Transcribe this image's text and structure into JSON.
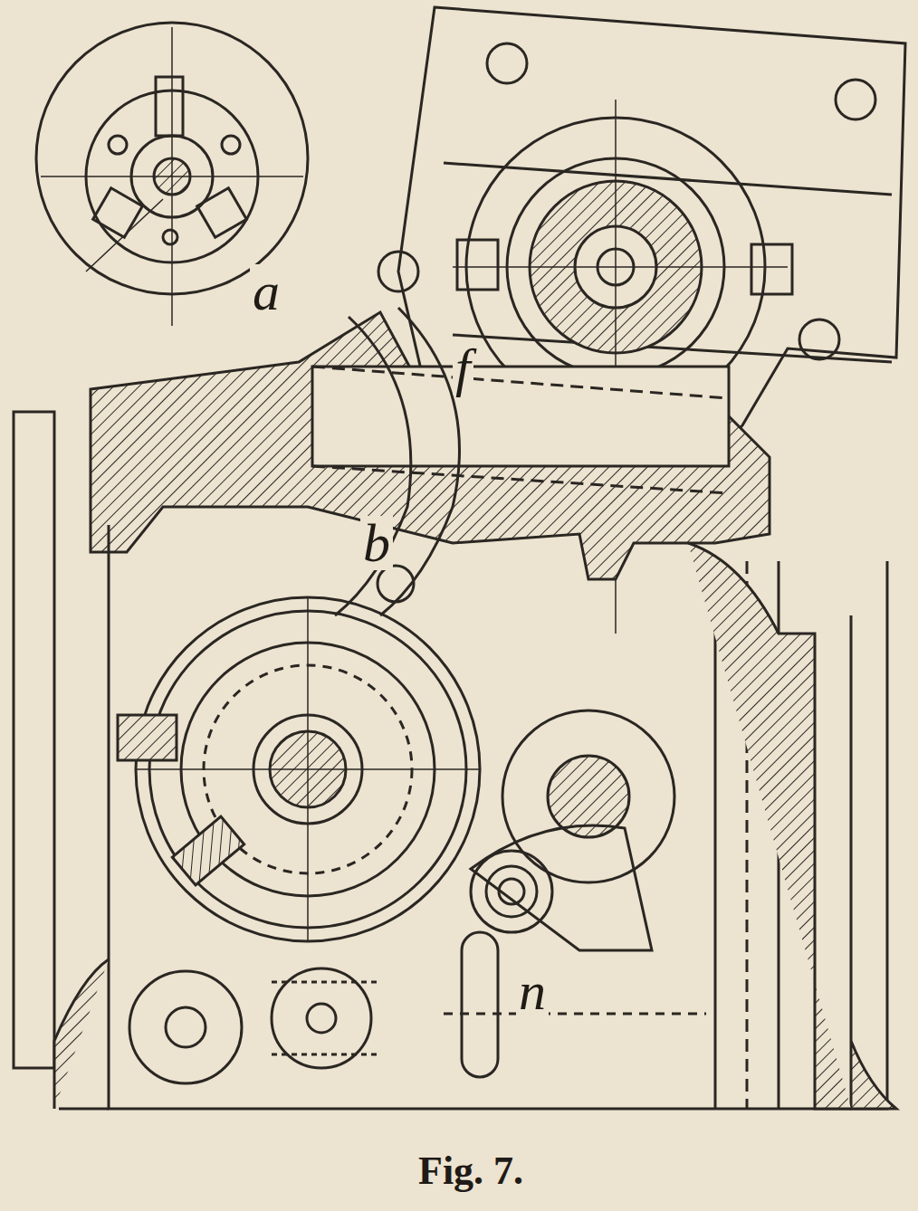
{
  "diagram": {
    "caption": "Fig. 7.",
    "labels": [
      "a",
      "f",
      "b",
      "n"
    ]
  }
}
